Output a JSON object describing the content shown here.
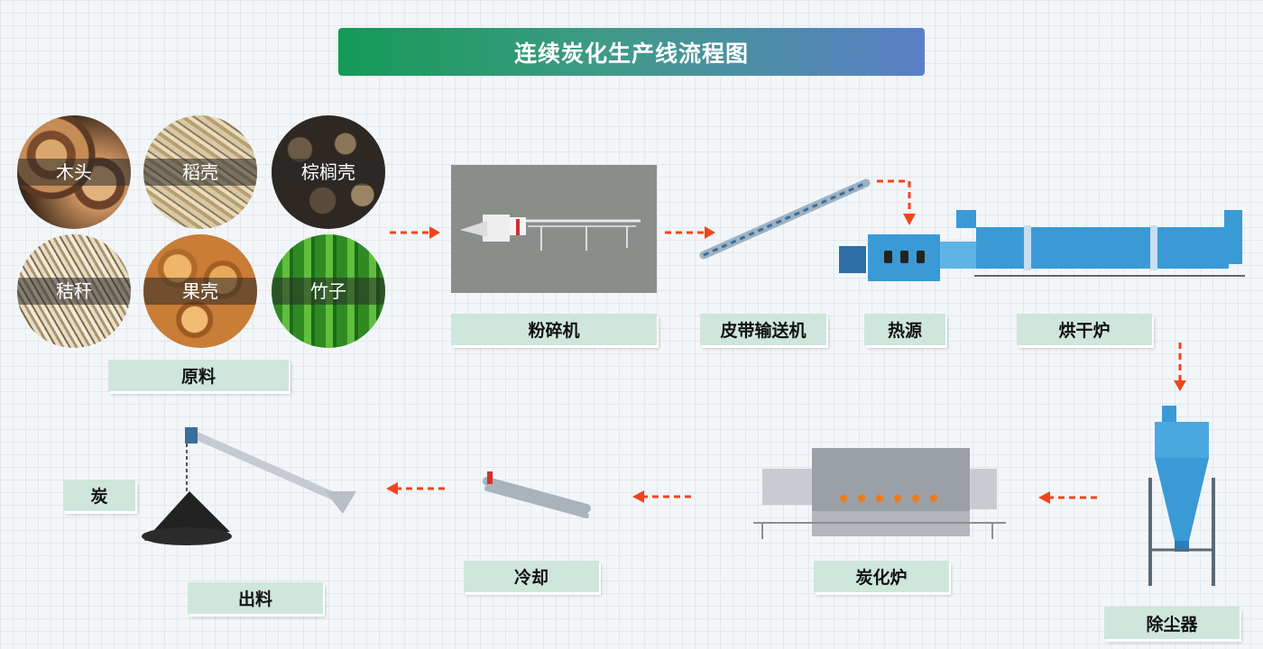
{
  "title": "连续炭化生产线流程图",
  "materials": [
    "木头",
    "稻壳",
    "棕榈壳",
    "秸秆",
    "果壳",
    "竹子"
  ],
  "labels": {
    "raw": "原料",
    "crusher": "粉碎机",
    "conveyor": "皮带输送机",
    "heat": "热源",
    "dryer": "烘干炉",
    "dust": "除尘器",
    "carbonizer": "炭化炉",
    "cooling": "冷却",
    "output": "出料",
    "charcoal": "炭"
  },
  "colors": {
    "arrow": "#f0451c",
    "label_bg": "#cfe6dc",
    "machine_blue": "#3a9ad6"
  }
}
